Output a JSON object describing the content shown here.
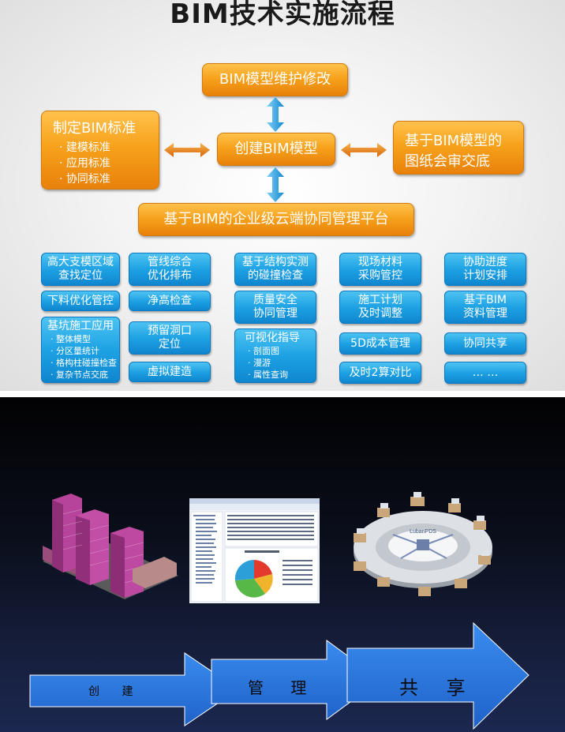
{
  "top_slide": {
    "title": "BIM技术实施流程",
    "center": {
      "top": "BIM模型维护修改",
      "middle": "创建BIM模型",
      "bottom": "基于BIM的企业级云端协同管理平台"
    },
    "left": {
      "title": "制定BIM标准",
      "items": [
        "· 建模标准",
        "· 应用标准",
        "· 协同标准"
      ]
    },
    "right": {
      "line1": "基于BIM模型的",
      "line2": "图纸会审交底"
    },
    "columns": [
      [
        {
          "lines": [
            "高大支模区域",
            "查找定位"
          ]
        },
        {
          "lines": [
            "下料优化管控"
          ]
        },
        {
          "title": "基坑施工应用",
          "items": [
            "· 整体模型",
            "· 分区量统计",
            "· 格构柱碰撞检查",
            "· 复杂节点交底"
          ]
        }
      ],
      [
        {
          "lines": [
            "管线综合",
            "优化排布"
          ]
        },
        {
          "lines": [
            "净高检查"
          ]
        },
        {
          "lines": [
            "预留洞口",
            "定位"
          ]
        },
        {
          "lines": [
            "虚拟建造"
          ]
        }
      ],
      [
        {
          "lines": [
            "基于结构实测",
            "的碰撞检查"
          ]
        },
        {
          "lines": [
            "质量安全",
            "协同管理"
          ]
        },
        {
          "title": "可视化指导",
          "items": [
            "· 剖面图",
            "· 漫游",
            "· 属性查询"
          ]
        }
      ],
      [
        {
          "lines": [
            "现场材料",
            "采购管控"
          ]
        },
        {
          "lines": [
            "施工计划",
            "及时调整"
          ]
        },
        {
          "lines": [
            "5D成本管理"
          ]
        },
        {
          "lines": [
            "及时2算对比"
          ]
        }
      ],
      [
        {
          "lines": [
            "协助进度",
            "计划安排"
          ]
        },
        {
          "lines": [
            "基于BIM",
            "资料管理"
          ]
        },
        {
          "lines": [
            "协同共享"
          ]
        },
        {
          "lines": [
            "… …"
          ]
        }
      ]
    ]
  },
  "bottom_slide": {
    "stages": [
      "创 建",
      "管 理",
      "共 享"
    ],
    "platform_label": "LubanPDS",
    "colors": {
      "arrow_fill": "#2a78e6",
      "building": "#b6449a",
      "pie": [
        "#e23b2e",
        "#f0b42c",
        "#57b847",
        "#2d9fd8"
      ]
    }
  }
}
